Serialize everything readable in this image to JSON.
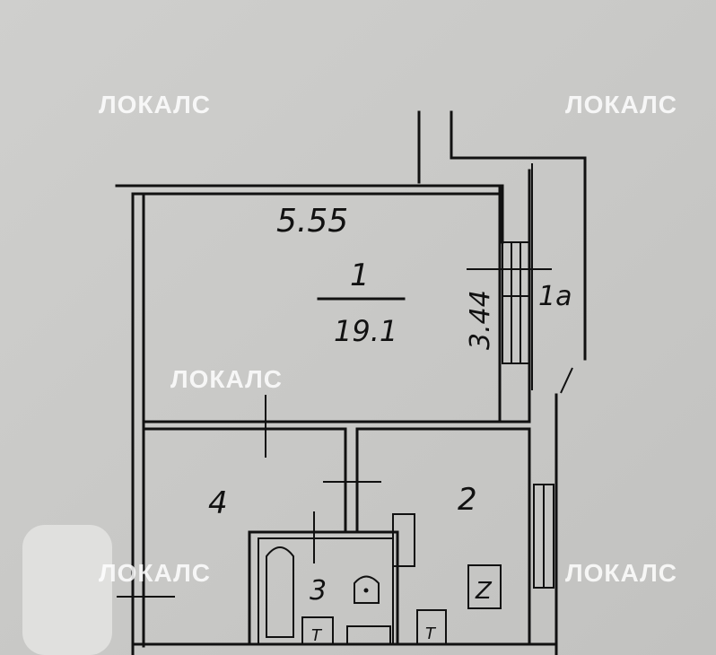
{
  "watermark": "ЛОКАЛС",
  "labels": {
    "room1_width": "5.55",
    "room1_number": "1",
    "room1_area": "19.1",
    "room1_depth": "3.44",
    "balcony": "1a",
    "room4": "4",
    "room2": "2",
    "room3": "3",
    "stove": "Z",
    "fixture_left": "Т",
    "fixture_right": "Т"
  }
}
